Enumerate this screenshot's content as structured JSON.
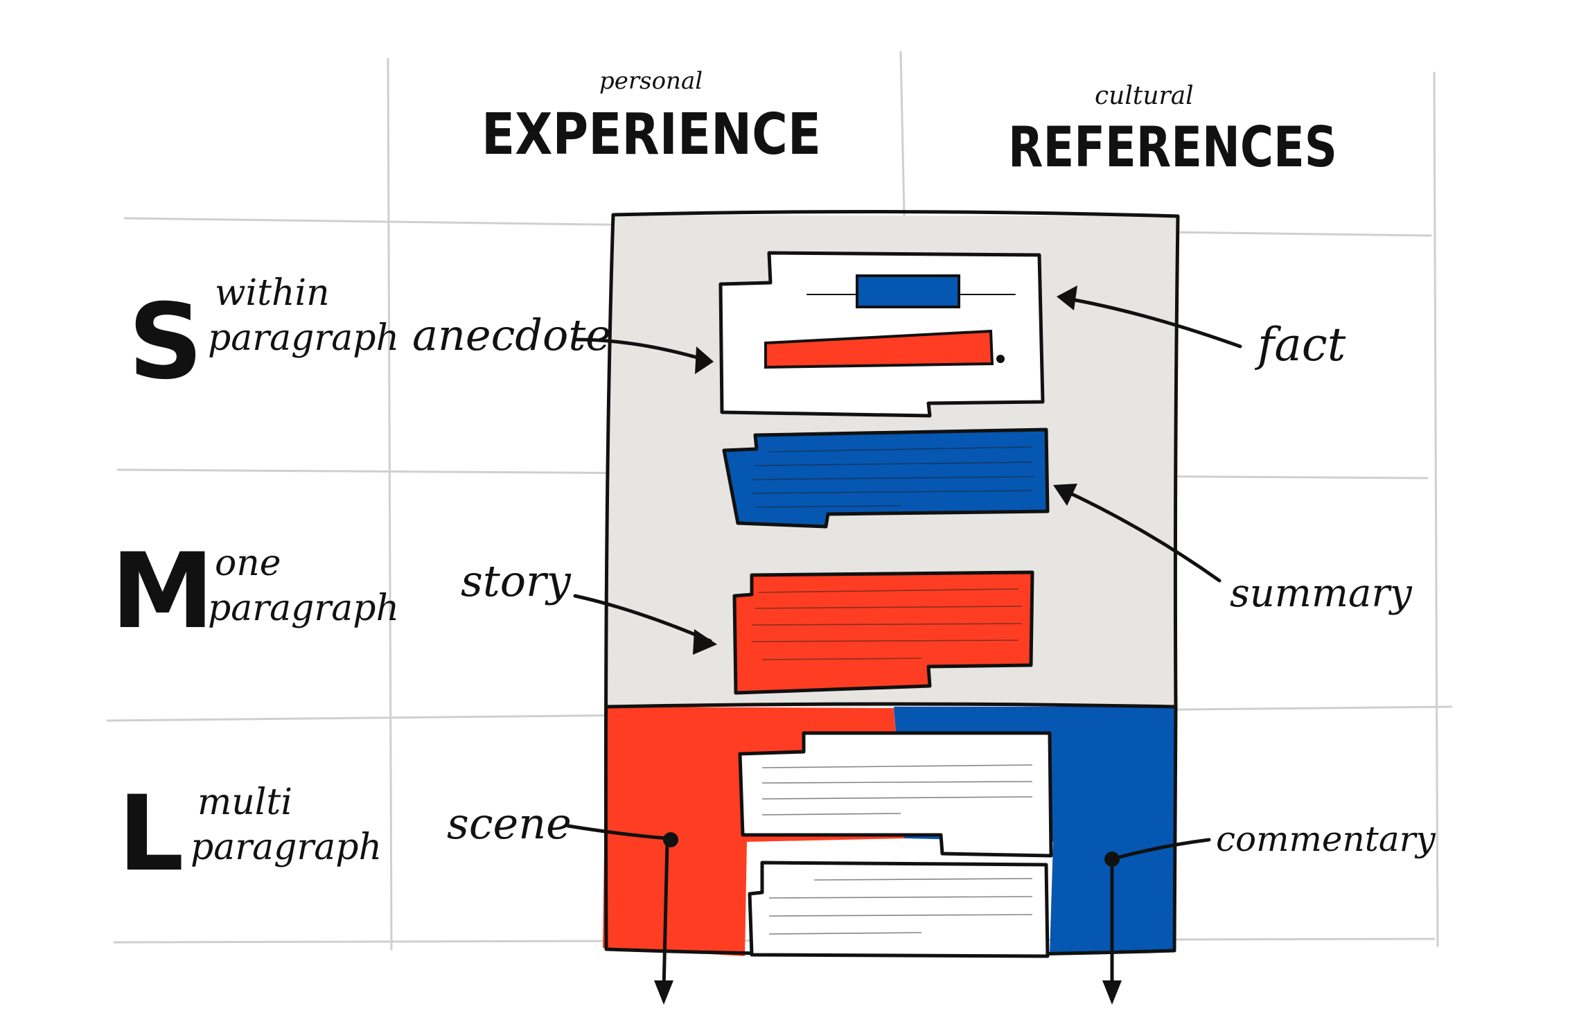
{
  "headers": {
    "experience": {
      "small": "personal",
      "big": "EXPERIENCE"
    },
    "references": {
      "small": "cultural",
      "big": "REFERENCES"
    }
  },
  "rows": [
    {
      "letter": "S",
      "line1": "within",
      "line2": "paragraph"
    },
    {
      "letter": "M",
      "line1": "one",
      "line2": "paragraph"
    },
    {
      "letter": "L",
      "line1": "multi",
      "line2": "paragraph"
    }
  ],
  "labels": {
    "anecdote": "anecdote",
    "fact": "fact",
    "story": "story",
    "summary": "summary",
    "scene": "scene",
    "commentary": "commentary"
  },
  "colors": {
    "red": "#ff3d22",
    "blue": "#0557b2",
    "panel": "#e6e5e1",
    "grid": "#cfcfcf",
    "ink": "#111111"
  }
}
